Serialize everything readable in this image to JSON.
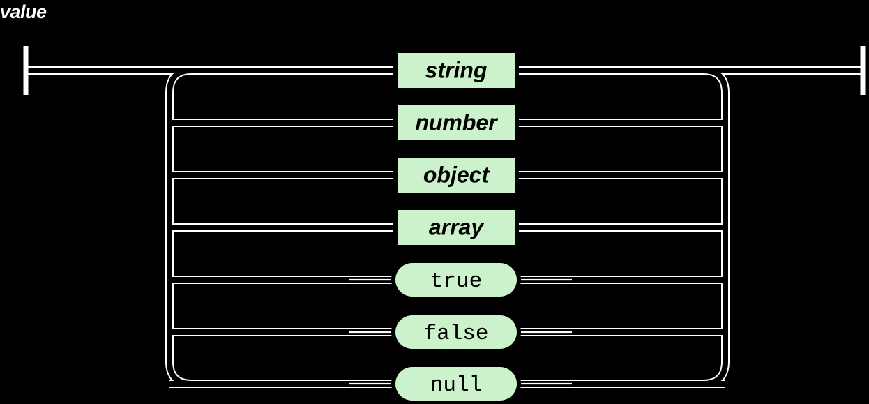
{
  "diagram": {
    "title": "value",
    "kind": "railroad-syntax-diagram",
    "background_color": "#000000",
    "line_color": "#ffffff",
    "node_fill_color": "#ccf2cc",
    "node_text_color": "#000000",
    "entry_label": "start-terminal",
    "exit_label": "end-terminal",
    "alternatives": [
      {
        "label": "string",
        "shape": "rect",
        "type": "nonterminal",
        "row": 1
      },
      {
        "label": "number",
        "shape": "rect",
        "type": "nonterminal",
        "row": 2
      },
      {
        "label": "object",
        "shape": "rect",
        "type": "nonterminal",
        "row": 3
      },
      {
        "label": "array",
        "shape": "rect",
        "type": "nonterminal",
        "row": 4
      },
      {
        "label": "true",
        "shape": "rounded",
        "type": "terminal",
        "row": 5
      },
      {
        "label": "false",
        "shape": "rounded",
        "type": "terminal",
        "row": 6
      },
      {
        "label": "null",
        "shape": "rounded",
        "type": "terminal",
        "row": 7
      }
    ]
  }
}
